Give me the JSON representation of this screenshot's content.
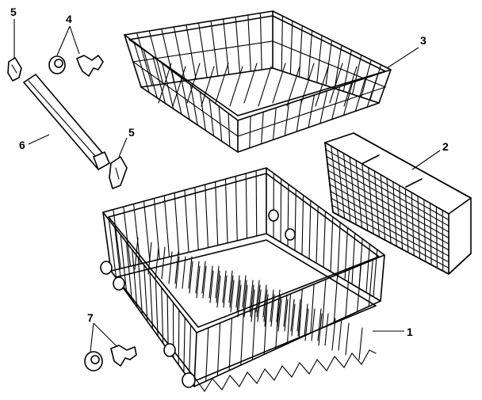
{
  "callouts": {
    "rack_assembly_lower": "1",
    "silverware_basket": "2",
    "rack_assembly_upper": "3",
    "roller_assembly_upper": "4",
    "end_cap_left": "5",
    "end_cap_right": "5",
    "track_rail": "6",
    "roller_assembly_lower": "7"
  }
}
